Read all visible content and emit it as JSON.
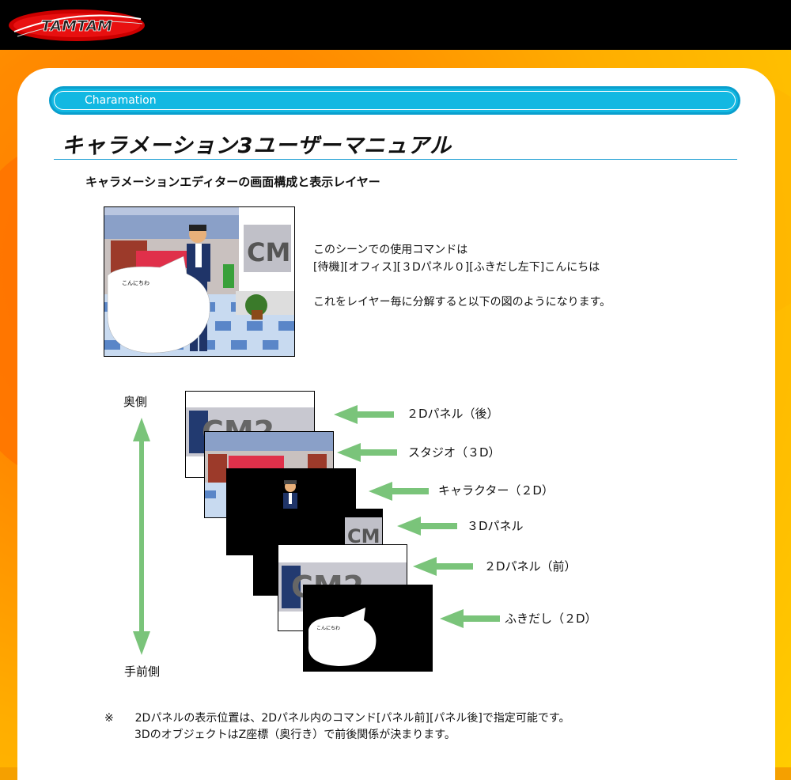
{
  "brand": {
    "logo_text": "TAMTAM"
  },
  "header": {
    "section_label": "Charamation"
  },
  "page": {
    "title": "キャラメーション3ユーザーマニュアル",
    "subtitle": "キャラメーションエディターの画面構成と表示レイヤー"
  },
  "scene": {
    "balloon_text": "こんにちわ",
    "panel_text": "CM"
  },
  "description": {
    "line1": "このシーンでの使用コマンドは",
    "line2": "[待機][オフィス][３Dパネル０][ふきだし左下]こんにちは",
    "line3": "これをレイヤー毎に分解すると以下の図のようになります。"
  },
  "axis": {
    "back_label": "奥側",
    "front_label": "手前側"
  },
  "layers": [
    {
      "label": "２Dパネル（後）"
    },
    {
      "label": "スタジオ（３D）"
    },
    {
      "label": "キャラクター（２D）"
    },
    {
      "label": "３Dパネル"
    },
    {
      "label": "２Dパネル（前）"
    },
    {
      "label": "ふきだし（２D）",
      "balloon_text": "こんにちわ"
    }
  ],
  "note": {
    "mark": "※",
    "line1": "2Dパネルの表示位置は、2Dパネル内のコマンド[パネル前][パネル後]で指定可能です。",
    "line2": "3DのオブジェクトはZ座標（奥行き）で前後関係が決まります。"
  },
  "colors": {
    "accent_blue": "#12b8e2",
    "arrow_green": "#7ac47a",
    "orange": "#ff8a00"
  }
}
